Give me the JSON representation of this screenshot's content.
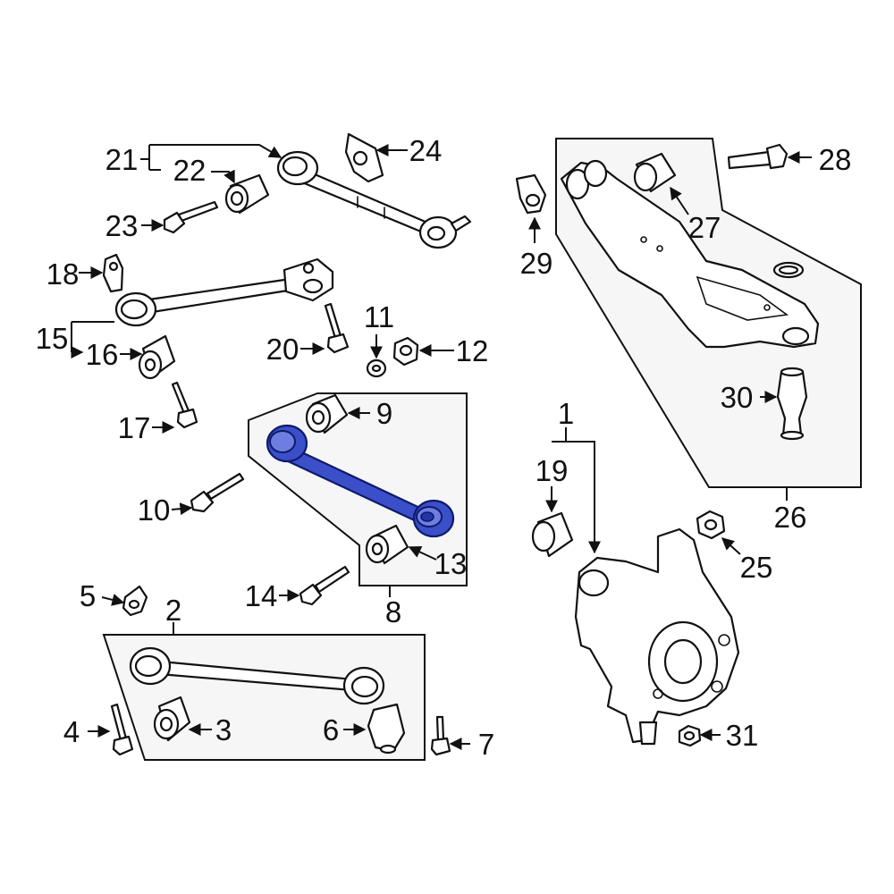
{
  "diagram": {
    "highlight_color": "#3a4fc8",
    "callouts": [
      {
        "id": "1",
        "text": "1"
      },
      {
        "id": "2",
        "text": "2"
      },
      {
        "id": "3",
        "text": "3"
      },
      {
        "id": "4",
        "text": "4"
      },
      {
        "id": "5",
        "text": "5"
      },
      {
        "id": "6",
        "text": "6"
      },
      {
        "id": "7",
        "text": "7"
      },
      {
        "id": "8",
        "text": "8"
      },
      {
        "id": "9",
        "text": "9"
      },
      {
        "id": "10",
        "text": "10"
      },
      {
        "id": "11",
        "text": "11"
      },
      {
        "id": "12",
        "text": "12"
      },
      {
        "id": "13",
        "text": "13"
      },
      {
        "id": "14",
        "text": "14"
      },
      {
        "id": "15",
        "text": "15"
      },
      {
        "id": "16",
        "text": "16"
      },
      {
        "id": "17",
        "text": "17"
      },
      {
        "id": "18",
        "text": "18"
      },
      {
        "id": "19",
        "text": "19"
      },
      {
        "id": "20",
        "text": "20"
      },
      {
        "id": "21",
        "text": "21"
      },
      {
        "id": "22",
        "text": "22"
      },
      {
        "id": "23",
        "text": "23"
      },
      {
        "id": "24",
        "text": "24"
      },
      {
        "id": "25",
        "text": "25"
      },
      {
        "id": "26",
        "text": "26"
      },
      {
        "id": "27",
        "text": "27"
      },
      {
        "id": "28",
        "text": "28"
      },
      {
        "id": "29",
        "text": "29"
      },
      {
        "id": "30",
        "text": "30"
      },
      {
        "id": "31",
        "text": "31"
      }
    ]
  }
}
